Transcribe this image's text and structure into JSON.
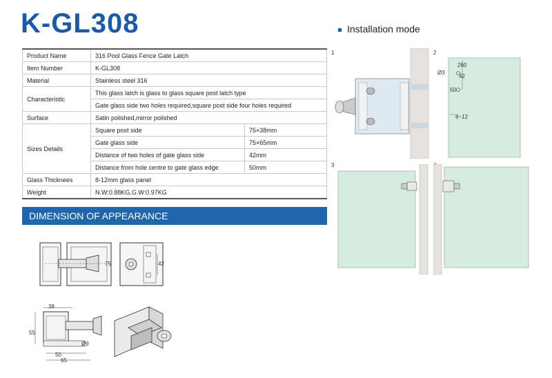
{
  "title": "K-GL308",
  "installation_heading": "Installation mode",
  "spec_rows": [
    {
      "label": "Product Name",
      "value": "316 Pool Glass Fence Gate Latch"
    },
    {
      "label": "Item Number",
      "value": "K-GL308"
    },
    {
      "label": "Material",
      "value": "Stainless steel 316"
    },
    {
      "label": "Characteristic",
      "values": [
        "This glass latch is glass to glass square post latch type",
        "Gate glass side two holes required,square post side four holes required"
      ]
    },
    {
      "label": "Surface",
      "value": "Satin polished,mirror polished"
    },
    {
      "label": "Sizes Details",
      "sub": [
        {
          "name": "Square post side",
          "value": "75×38mm"
        },
        {
          "name": "Gate glass side",
          "value": "75×65mm"
        },
        {
          "name": "Distance of two holes of gate glass side",
          "value": "42mm"
        },
        {
          "name": "Distance from hole centre to gate glass edge",
          "value": "50mm"
        }
      ]
    },
    {
      "label": "Glass Thicknees",
      "value": "8-12mm glass panel"
    },
    {
      "label": "Weight",
      "value": "N.W:0.88KG,G.W:0.97KG"
    }
  ],
  "dimension_heading": "DIMENSION OF APPEARANCE",
  "figure_numbers": [
    "1",
    "2",
    "3",
    "4"
  ],
  "fig2_dims": {
    "d1": "260",
    "hole": "Ø3",
    "d2": "42",
    "d3": "50",
    "thick": "8~12"
  },
  "drawing_dims": {
    "h75": "75",
    "w42": "42",
    "w38": "38",
    "h55": "55",
    "w50": "50",
    "w65": "65",
    "hole": "Ø9"
  },
  "colors": {
    "brand": "#1b5aa6",
    "bar": "#1f66ad",
    "glass": "#d6ece0"
  }
}
